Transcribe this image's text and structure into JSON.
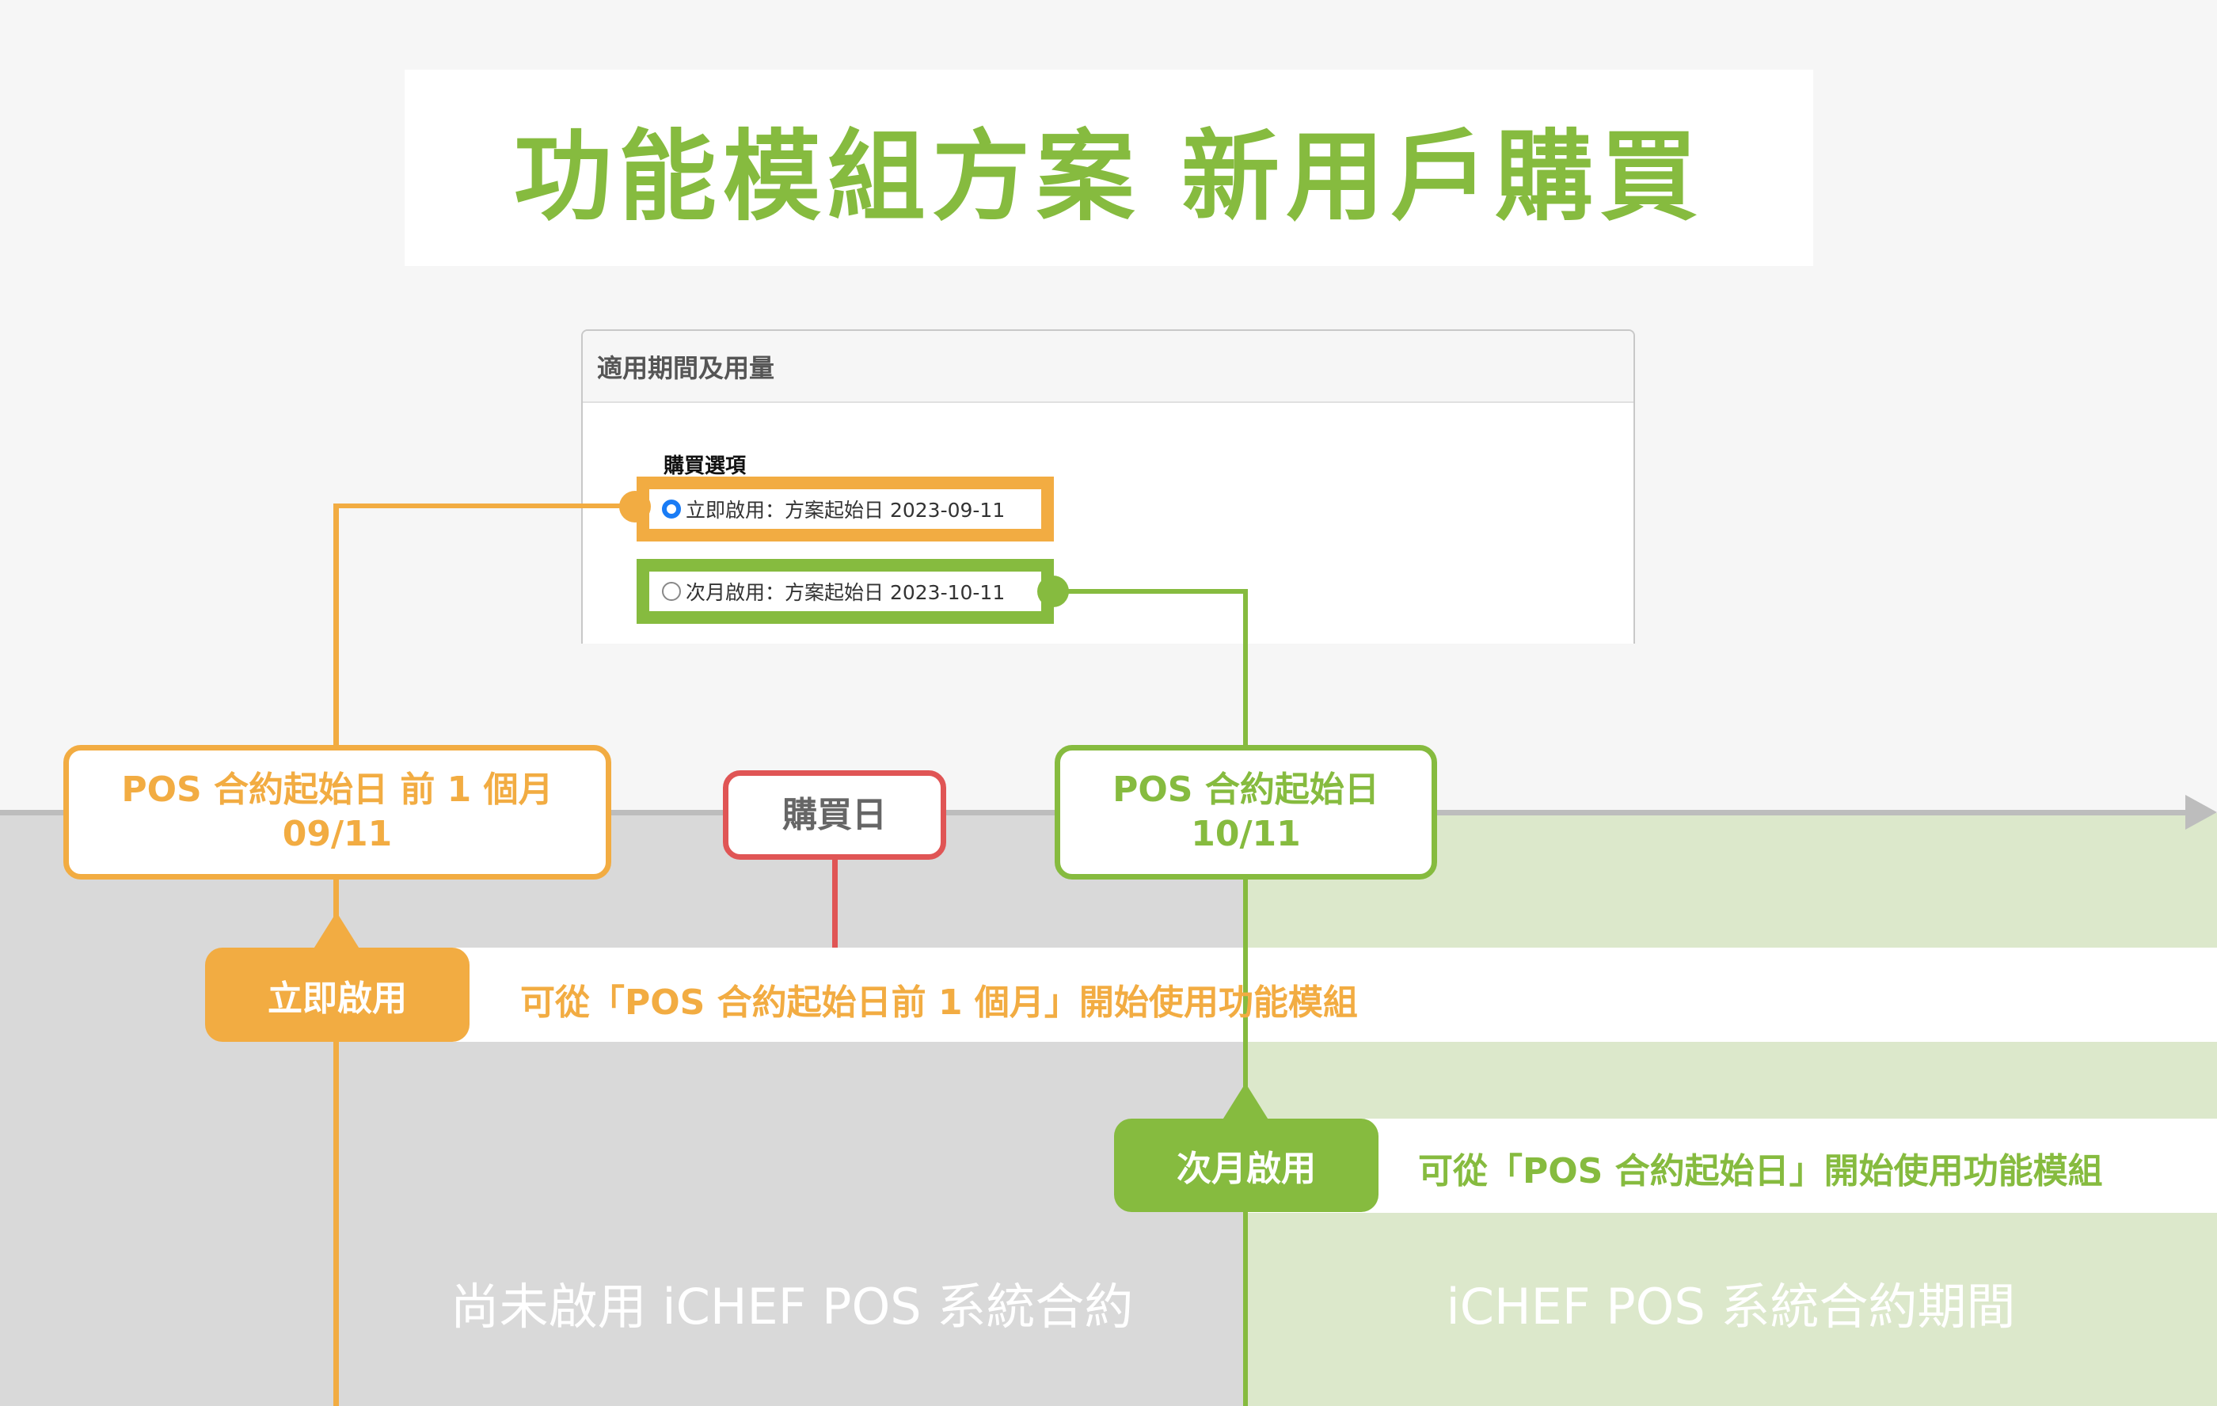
{
  "title": "功能模組方案 新用戶購買",
  "panel": {
    "header": "適用期間及用量",
    "section_label": "購買選項",
    "options": [
      {
        "label": "立即啟用：方案起始日 2023-09-11",
        "selected": true
      },
      {
        "label": "次月啟用：方案起始日 2023-10-11",
        "selected": false
      }
    ]
  },
  "timeline": {
    "marker_before": {
      "line1": "POS 合約起始日 前 1 個月",
      "line2": "09/11"
    },
    "marker_purchase": {
      "label": "購買日"
    },
    "marker_start": {
      "line1": "POS 合約起始日",
      "line2": "10/11"
    },
    "immediate": {
      "tag": "立即啟用",
      "text": "可從「POS 合約起始日前 1 個月」開始使用功能模組"
    },
    "next_month": {
      "tag": "次月啟用",
      "text": "可從「POS 合約起始日」開始使用功能模組"
    },
    "era_before": "尚未啟用 iCHEF POS 系統合約",
    "era_during": "iCHEF POS 系統合約期間"
  },
  "colors": {
    "orange": "#f2ac42",
    "green": "#86bb3f",
    "red": "#e05555",
    "gray": "#bdbdbd"
  }
}
